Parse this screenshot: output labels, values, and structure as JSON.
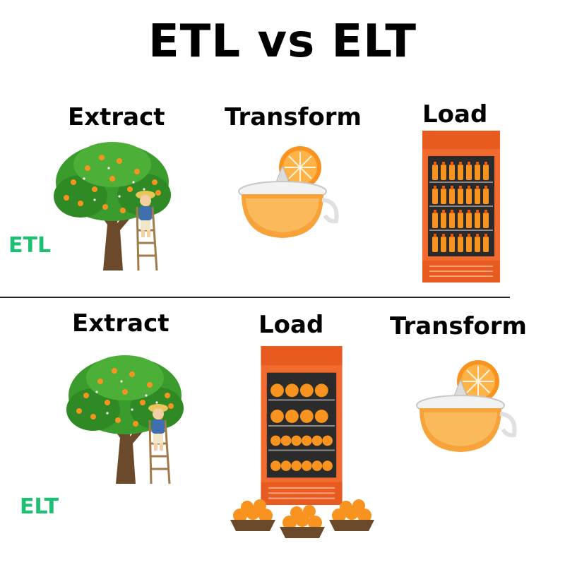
{
  "title": "ETL vs ELT",
  "etl": {
    "tag": "ETL",
    "steps": [
      "Extract",
      "Transform",
      "Load"
    ]
  },
  "elt": {
    "tag": "ELT",
    "steps": [
      "Extract",
      "Load",
      "Transform"
    ]
  },
  "colors": {
    "tag": "#1dbf73",
    "orange": "#f7931e",
    "fridge": "#f26a2e",
    "leaf": "#3a9c2c",
    "trunk": "#6b4a2b"
  },
  "icons": [
    "orange-tree-icon",
    "juicer-icon",
    "fridge-juice-icon",
    "fridge-oranges-icon",
    "orange-baskets-icon"
  ]
}
